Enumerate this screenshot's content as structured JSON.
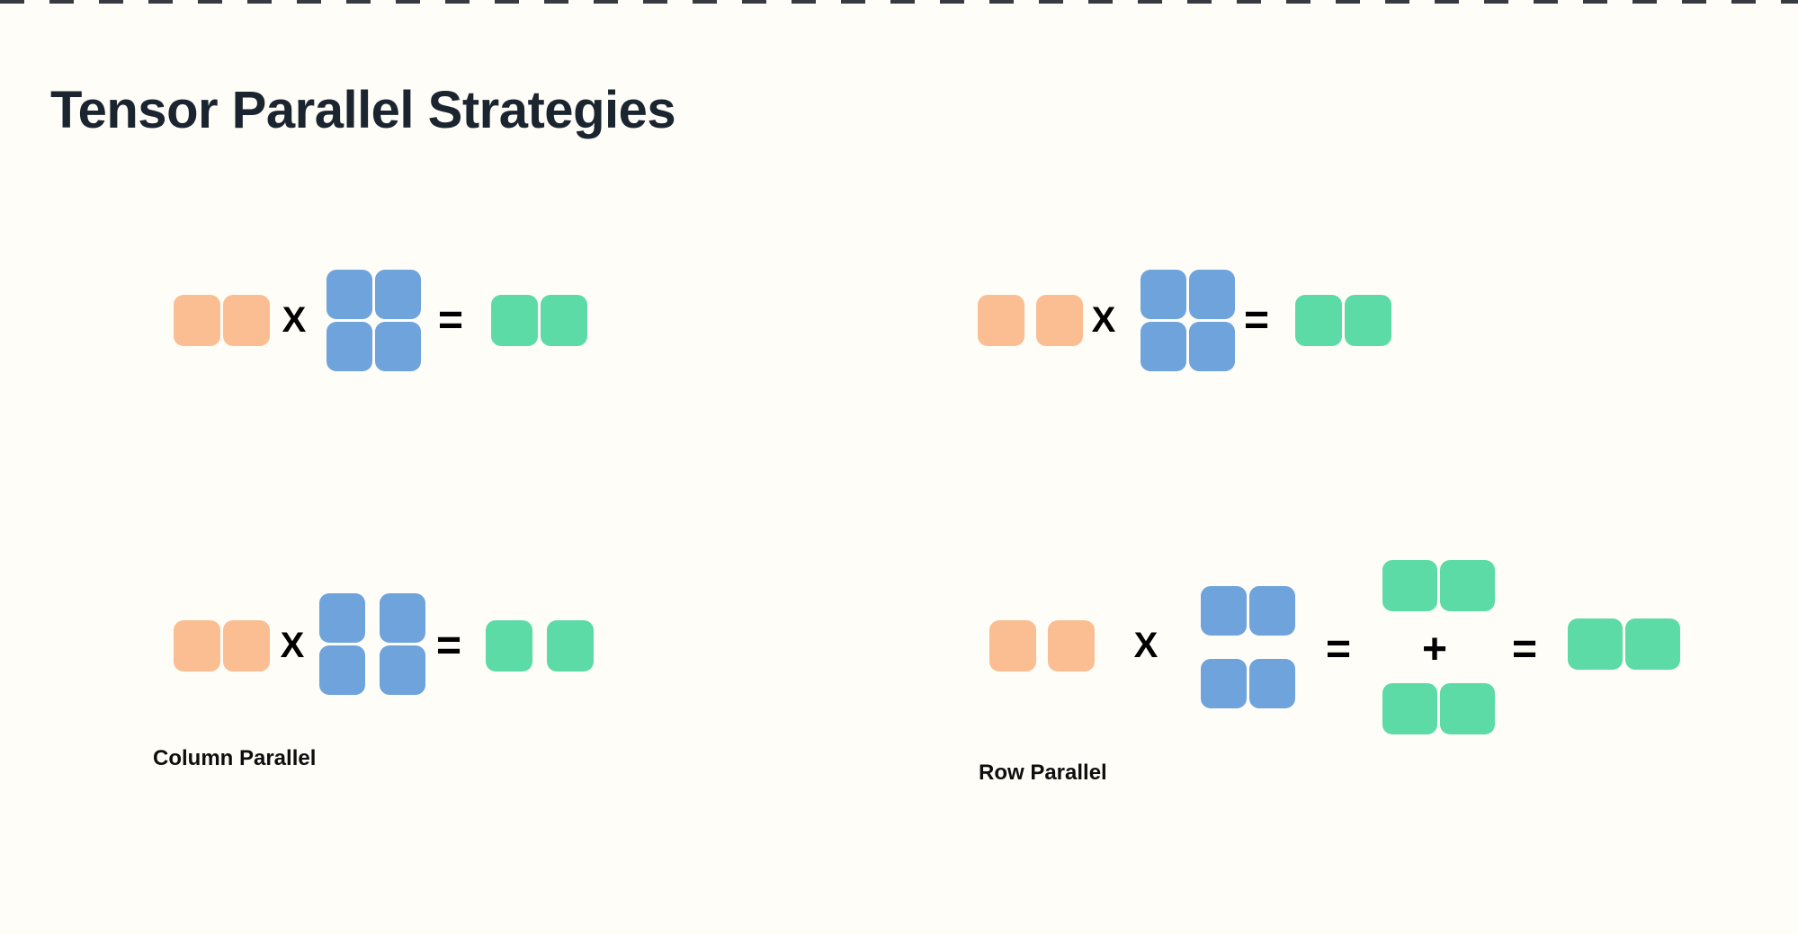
{
  "page": {
    "background": "#FFFDF7",
    "top_border_color": "#373A40"
  },
  "title": "Tensor Parallel Strategies",
  "colors": {
    "input_orange": "#FBBE92",
    "weight_blue": "#6FA3DC",
    "output_green": "#5DDBA6",
    "title_text": "#1B2530",
    "label_text": "#0E0E0E",
    "operator": "#000000"
  },
  "operators": {
    "multiply": "X",
    "equals": "=",
    "plus": "+"
  },
  "labels": {
    "column_parallel": "Column Parallel",
    "row_parallel": "Row Parallel"
  },
  "diagrams": {
    "top_left": {
      "input": {
        "rows": 1,
        "cols": 2,
        "color": "input_orange",
        "split": "none"
      },
      "weight": {
        "rows": 2,
        "cols": 2,
        "color": "weight_blue",
        "split": "none"
      },
      "result": {
        "rows": 1,
        "cols": 2,
        "color": "output_green",
        "split": "none"
      }
    },
    "top_right": {
      "input": {
        "rows": 1,
        "cols": 2,
        "color": "input_orange",
        "split": "spaced"
      },
      "weight": {
        "rows": 2,
        "cols": 2,
        "color": "weight_blue",
        "split": "none"
      },
      "result": {
        "rows": 1,
        "cols": 2,
        "color": "output_green",
        "split": "none"
      }
    },
    "bottom_left": {
      "label": "Column Parallel",
      "input": {
        "rows": 1,
        "cols": 2,
        "color": "input_orange",
        "split": "none"
      },
      "weight": {
        "rows": 2,
        "cols": 2,
        "color": "weight_blue",
        "split": "columns"
      },
      "result": {
        "rows": 1,
        "cols": 2,
        "color": "output_green",
        "split": "columns"
      }
    },
    "bottom_right": {
      "label": "Row Parallel",
      "input": {
        "rows": 1,
        "cols": 2,
        "color": "input_orange",
        "split": "spaced"
      },
      "weight": {
        "rows": 2,
        "cols": 2,
        "color": "weight_blue",
        "split": "rows"
      },
      "partial_top": {
        "rows": 1,
        "cols": 2,
        "color": "output_green",
        "split": "none"
      },
      "partial_bottom": {
        "rows": 1,
        "cols": 2,
        "color": "output_green",
        "split": "none"
      },
      "result": {
        "rows": 1,
        "cols": 2,
        "color": "output_green",
        "split": "none"
      }
    }
  }
}
